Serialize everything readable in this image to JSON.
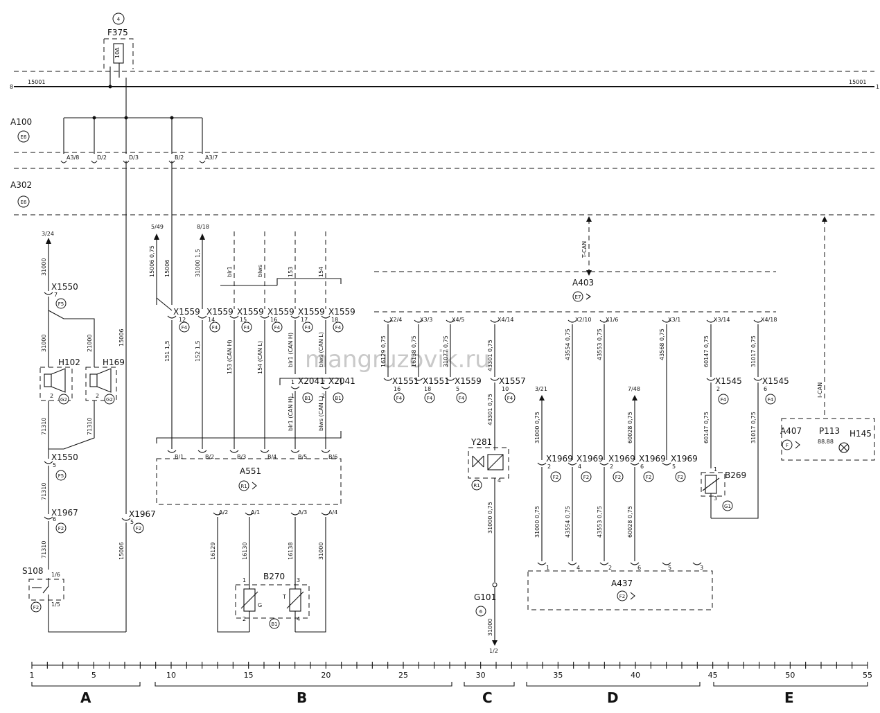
{
  "watermark": "mangruzovik.ru",
  "fuse": {
    "ref_circle": "4",
    "name": "F375",
    "rating": "10A"
  },
  "bus": {
    "left_tag": "8",
    "left_wire": "15001",
    "right_wire": "15001",
    "right_tag": "1"
  },
  "units": {
    "a100": {
      "name": "A100",
      "loc": "E6",
      "pins": [
        "A3/8",
        "D/2",
        "D/3",
        "B/2",
        "A3/7"
      ]
    },
    "a302": {
      "name": "A302",
      "loc": "E6"
    },
    "a403": {
      "name": "A403",
      "loc": "E7"
    },
    "a551": {
      "name": "A551",
      "loc": "R1"
    },
    "a437": {
      "name": "A437",
      "loc": "F2"
    },
    "a407": {
      "name": "A407",
      "loc": "F"
    },
    "p113": {
      "name": "P113",
      "display": "88.88"
    },
    "h145": {
      "name": "H145"
    }
  },
  "bus_labels": {
    "t_can": "T-CAN",
    "i_can": "I-CAN"
  },
  "refs": {
    "r324": "3/24",
    "r549": "5/49",
    "r818": "8/18",
    "r321": "3/21",
    "r748": "7/48",
    "r12": "1/2"
  },
  "components": {
    "h102": {
      "name": "H102",
      "loc": "G2"
    },
    "h169": {
      "name": "H169",
      "loc": "G2"
    },
    "s108": {
      "name": "S108",
      "loc": "F2",
      "pin_a": "1/6",
      "pin_b": "1/5"
    },
    "b270": {
      "name": "B270",
      "loc": "B1",
      "g": "G",
      "t": "T"
    },
    "y281": {
      "name": "Y281",
      "loc": "R1"
    },
    "b269": {
      "name": "B269",
      "loc": "G1"
    },
    "ground": {
      "name": "G101",
      "loc": "6",
      "wire": "31000"
    }
  },
  "connectors": {
    "x1550": "X1550",
    "x1967": "X1967",
    "x1559": "X1559",
    "x2041": "X2041",
    "x1551": "X1551",
    "x1557": "X1557",
    "x1545": "X1545",
    "x1969": "X1969",
    "f5": "F5",
    "f2": "F2",
    "f4": "F4",
    "b1": "B1"
  },
  "wire_labels": {
    "w31000": "31000",
    "w21000": "21000",
    "w15006": "15006",
    "w71310": "71310",
    "w15006_075": "15006  0,75",
    "w31000_15": "31000  1,5",
    "w151": "151  1,5",
    "w152": "152  1,5",
    "w153": "153 (CAN H)",
    "w154": "154 (CAN L)",
    "wblr1": "blr1 (CAN H)",
    "wblws": "blws (CAN L)",
    "c153": "153",
    "c154": "154",
    "wblr1_top": "blr1",
    "wblws_top": "blws",
    "w16129": "16129",
    "w16130": "16130",
    "w16138": "16138",
    "w43301": "43301  0,75",
    "w31000_075": "31000  0,75",
    "w43554": "43554  0,75",
    "w43553": "43553  0,75",
    "w43568": "43568  0,75",
    "w60028": "60028  0,75",
    "w60147": "60147  0,75",
    "w31017": "31017  0,75",
    "w16129_075": "16129  0,75",
    "w16138_075": "16138  0,75",
    "w31077": "31077  0,75",
    "w31000_plain": "31000"
  },
  "pins": {
    "a551_top": [
      "B/1",
      "B/2",
      "B/3",
      "B/4",
      "B/5",
      "B/6"
    ],
    "a551_bot": [
      "A/2",
      "A/1",
      "A/3",
      "A/4"
    ],
    "a403_top": [
      "X2/4",
      "X3/3",
      "X4/5",
      "X4/14",
      "X2/10",
      "X1/6",
      "X3/1",
      "X3/14",
      "X4/18"
    ],
    "x1559_nums": [
      "12",
      "14",
      "15",
      "16",
      "17",
      "18"
    ],
    "x1551_nums": [
      "16",
      "18"
    ],
    "a437_pins": [
      "1",
      "4",
      "2",
      "6",
      "5",
      "3"
    ],
    "x1969_nums": [
      "2",
      "4",
      "2",
      "6",
      "5"
    ],
    "misc": {
      "p7": "7",
      "p5": "5",
      "p6": "6",
      "p1": "1",
      "p2": "2",
      "p10": "10",
      "p4": "4",
      "p3": "3"
    }
  },
  "scale": {
    "ticks": [
      "1",
      "5",
      "10",
      "15",
      "20",
      "25",
      "30",
      "35",
      "40",
      "45",
      "50",
      "55"
    ],
    "sections": [
      "A",
      "B",
      "C",
      "D",
      "E"
    ]
  }
}
